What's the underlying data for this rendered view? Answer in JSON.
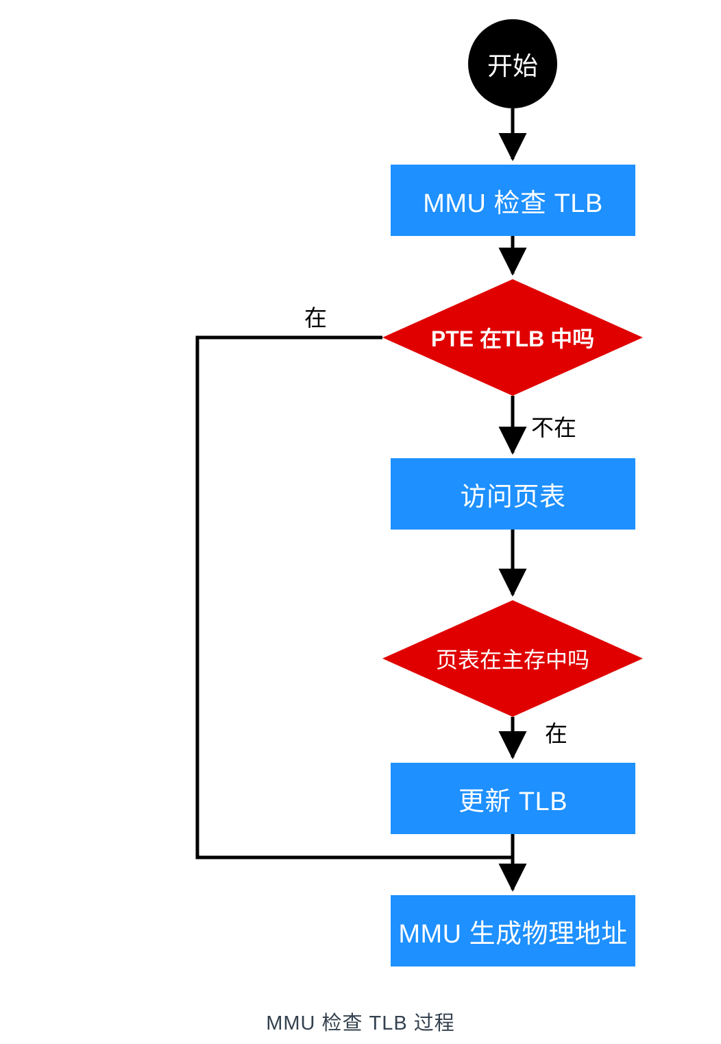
{
  "diagram": {
    "caption": "MMU 检查 TLB 过程",
    "colors": {
      "start_node": "#000000",
      "process_node": "#1e90ff",
      "decision_node": "#e00000",
      "node_text": "#ffffff",
      "edge_line": "#000000",
      "edge_label_text": "#000000",
      "caption_text": "#33404e",
      "background": "#ffffff"
    },
    "nodes": [
      {
        "id": "start",
        "shape": "circle",
        "label": "开始"
      },
      {
        "id": "check_tlb",
        "shape": "rect",
        "label": "MMU 检查 TLB"
      },
      {
        "id": "pte_in_tlb",
        "shape": "diamond",
        "label": "PTE 在TLB 中吗"
      },
      {
        "id": "access_pt",
        "shape": "rect",
        "label": "访问页表"
      },
      {
        "id": "pt_in_mem",
        "shape": "diamond",
        "label": "页表在主存中吗"
      },
      {
        "id": "update_tlb",
        "shape": "rect",
        "label": "更新 TLB"
      },
      {
        "id": "gen_phys_addr",
        "shape": "rect",
        "label": "MMU 生成物理地址"
      }
    ],
    "edges": [
      {
        "from": "start",
        "to": "check_tlb",
        "label": ""
      },
      {
        "from": "check_tlb",
        "to": "pte_in_tlb",
        "label": ""
      },
      {
        "from": "pte_in_tlb",
        "to": "gen_phys_addr",
        "label": "在"
      },
      {
        "from": "pte_in_tlb",
        "to": "access_pt",
        "label": "不在"
      },
      {
        "from": "access_pt",
        "to": "pt_in_mem",
        "label": ""
      },
      {
        "from": "pt_in_mem",
        "to": "update_tlb",
        "label": "在"
      },
      {
        "from": "update_tlb",
        "to": "gen_phys_addr",
        "label": ""
      }
    ],
    "edge_labels": {
      "yes_in_tlb": "在",
      "not_in_tlb": "不在",
      "yes_in_mem": "在"
    }
  }
}
